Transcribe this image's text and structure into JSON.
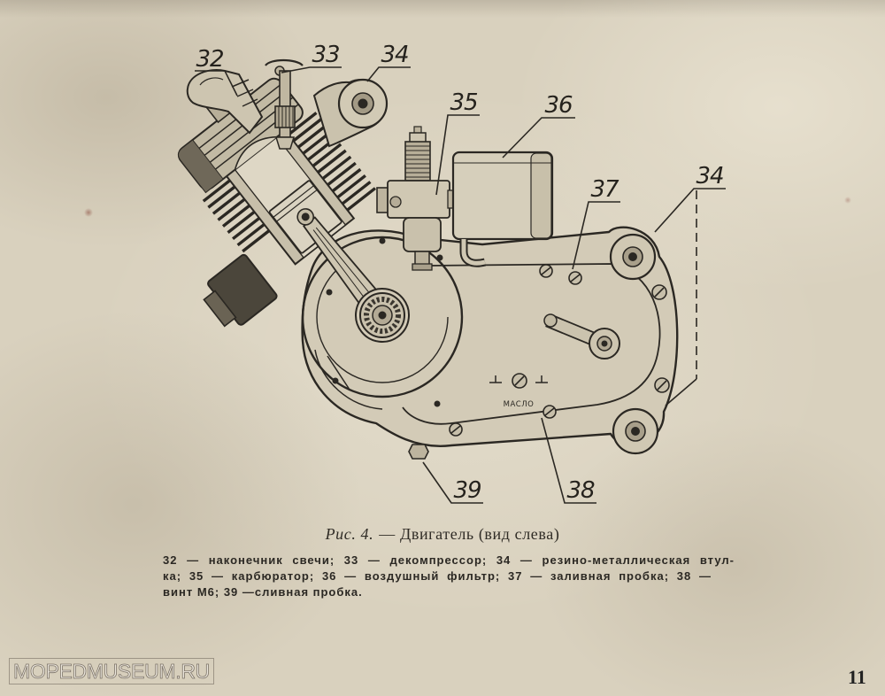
{
  "figure": {
    "callouts": [
      "32",
      "33",
      "34",
      "35",
      "36",
      "37",
      "34",
      "39",
      "38"
    ],
    "oil_mark": "МАСЛО"
  },
  "caption": {
    "label": "Рис. 4.",
    "title": "— Двигатель (вид слева)"
  },
  "legend": {
    "lines": [
      "32 — наконечник свечи; 33 — декомпрессор; 34 — резино-металлическая втул-",
      "ка; 35 — карбюратор; 36 — воздушный фильтр; 37 — заливная пробка; 38 —",
      "винт М6; 39 —сливная пробка."
    ]
  },
  "watermark": "MOPEDMUSEUM.RU",
  "page_number": "11",
  "colors": {
    "paper": "#d9d1be",
    "ink": "#2b2823"
  }
}
